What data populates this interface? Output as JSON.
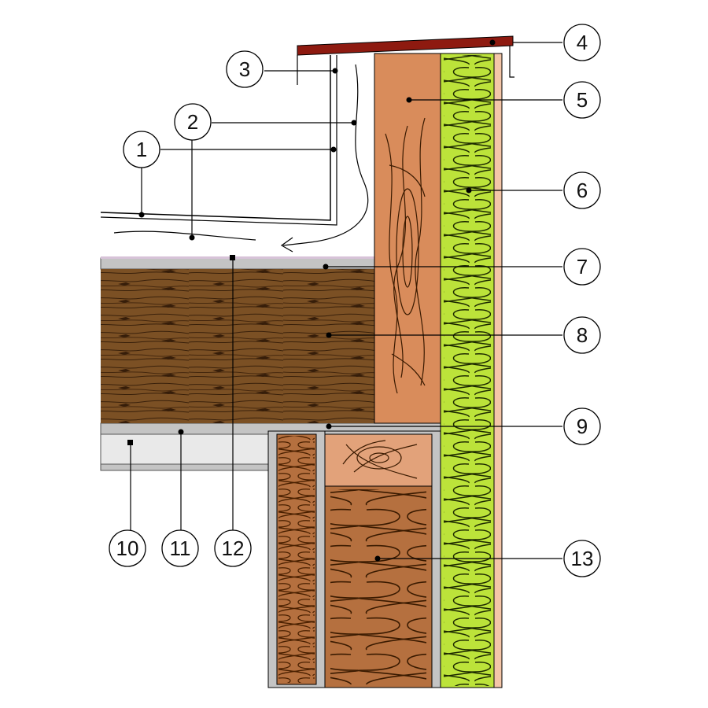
{
  "callouts": [
    {
      "number": "1"
    },
    {
      "number": "2"
    },
    {
      "number": "3"
    },
    {
      "number": "4"
    },
    {
      "number": "5"
    },
    {
      "number": "6"
    },
    {
      "number": "7"
    },
    {
      "number": "8"
    },
    {
      "number": "9"
    },
    {
      "number": "10"
    },
    {
      "number": "11"
    },
    {
      "number": "12"
    },
    {
      "number": "13"
    }
  ],
  "colors": {
    "flashing": "#8e1a10",
    "beam": "#d98c5b",
    "beam_block": "#e2a27a",
    "mineral_wool": "#bce33a",
    "cladding": "#f4c6a8",
    "fiber_insulation": "#b5703f",
    "slab_wood": "#7b5024",
    "membrane": "#c4c4c4",
    "ceiling": "#e9e9e9",
    "line": "#000000",
    "callout_fill": "#ffffff"
  }
}
